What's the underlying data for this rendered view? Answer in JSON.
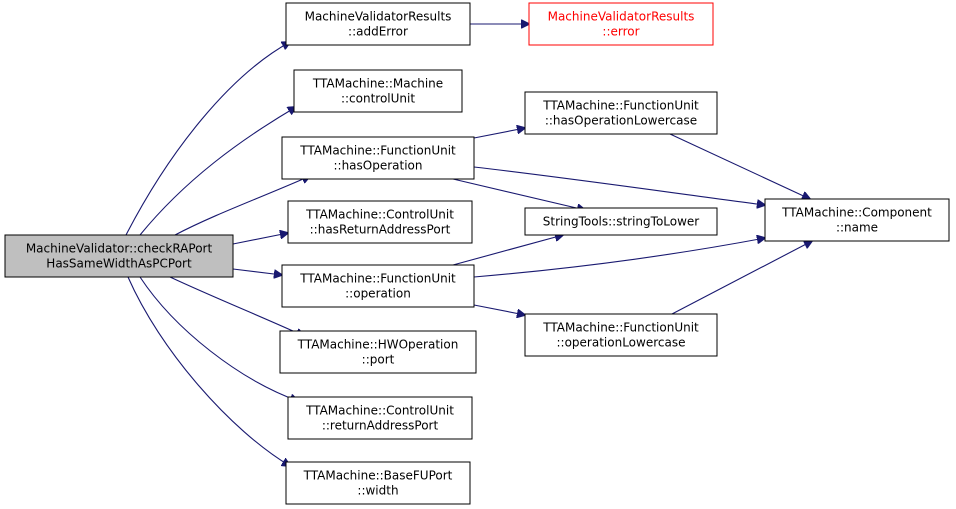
{
  "colors": {
    "edge": "#191970",
    "node_border": "#000000",
    "node_fill": "#ffffff",
    "root_fill": "#bfbfbf",
    "error_border": "#ff0000",
    "error_text": "#ff0000",
    "text": "#000000"
  },
  "nodes": [
    {
      "id": "n0",
      "lines": [
        "MachineValidator::checkRAPort",
        "HasSameWidthAsPCPort"
      ],
      "style": "root"
    },
    {
      "id": "n1",
      "lines": [
        "MachineValidatorResults",
        "::addError"
      ]
    },
    {
      "id": "n2",
      "lines": [
        "MachineValidatorResults",
        "::error"
      ],
      "style": "error"
    },
    {
      "id": "n3",
      "lines": [
        "TTAMachine::Machine",
        "::controlUnit"
      ]
    },
    {
      "id": "n4",
      "lines": [
        "TTAMachine::FunctionUnit",
        "::hasOperation"
      ]
    },
    {
      "id": "n5",
      "lines": [
        "TTAMachine::FunctionUnit",
        "::hasOperationLowercase"
      ]
    },
    {
      "id": "n6",
      "lines": [
        "TTAMachine::Component",
        "::name"
      ]
    },
    {
      "id": "n7",
      "lines": [
        "StringTools::stringToLower"
      ]
    },
    {
      "id": "n8",
      "lines": [
        "TTAMachine::ControlUnit",
        "::hasReturnAddressPort"
      ]
    },
    {
      "id": "n9",
      "lines": [
        "TTAMachine::FunctionUnit",
        "::operation"
      ]
    },
    {
      "id": "n10",
      "lines": [
        "TTAMachine::FunctionUnit",
        "::operationLowercase"
      ]
    },
    {
      "id": "n11",
      "lines": [
        "TTAMachine::HWOperation",
        "::port"
      ]
    },
    {
      "id": "n12",
      "lines": [
        "TTAMachine::ControlUnit",
        "::returnAddressPort"
      ]
    },
    {
      "id": "n13",
      "lines": [
        "TTAMachine::BaseFUPort",
        "::width"
      ]
    }
  ],
  "edges": [
    {
      "from": "n0",
      "to": "n1"
    },
    {
      "from": "n0",
      "to": "n3"
    },
    {
      "from": "n0",
      "to": "n4"
    },
    {
      "from": "n0",
      "to": "n8"
    },
    {
      "from": "n0",
      "to": "n9"
    },
    {
      "from": "n0",
      "to": "n11"
    },
    {
      "from": "n0",
      "to": "n12"
    },
    {
      "from": "n0",
      "to": "n13"
    },
    {
      "from": "n1",
      "to": "n2"
    },
    {
      "from": "n4",
      "to": "n5"
    },
    {
      "from": "n4",
      "to": "n6"
    },
    {
      "from": "n4",
      "to": "n7"
    },
    {
      "from": "n5",
      "to": "n6"
    },
    {
      "from": "n9",
      "to": "n7"
    },
    {
      "from": "n9",
      "to": "n6"
    },
    {
      "from": "n9",
      "to": "n10"
    },
    {
      "from": "n10",
      "to": "n6"
    }
  ]
}
